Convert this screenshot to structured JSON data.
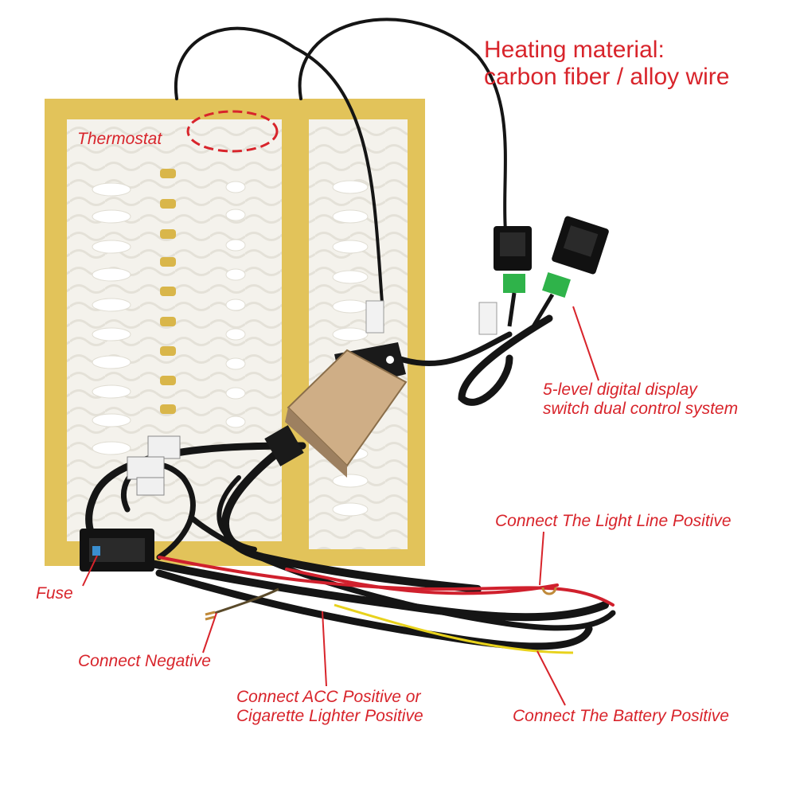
{
  "colors": {
    "annotation": "#d8242b",
    "pad_border": "#e2c35a",
    "pad_fill": "#f4f2ec",
    "cable": "#151515",
    "red_wire": "#d0202d",
    "yellow_wire": "#e8d21c",
    "controller": "#cfae86",
    "connector_green": "#2fb34a"
  },
  "labels": {
    "heading_line1": "Heating material:",
    "heading_line2": "carbon fiber / alloy wire",
    "thermostat": "Thermostat",
    "switch_line1": "5-level digital display",
    "switch_line2": "switch dual control system",
    "light_line": "Connect The Light Line Positive",
    "fuse": "Fuse",
    "negative": "Connect Negative",
    "acc_line1": "Connect ACC Positive or",
    "acc_line2": "Cigarette Lighter Positive",
    "battery": "Connect The Battery Positive"
  }
}
